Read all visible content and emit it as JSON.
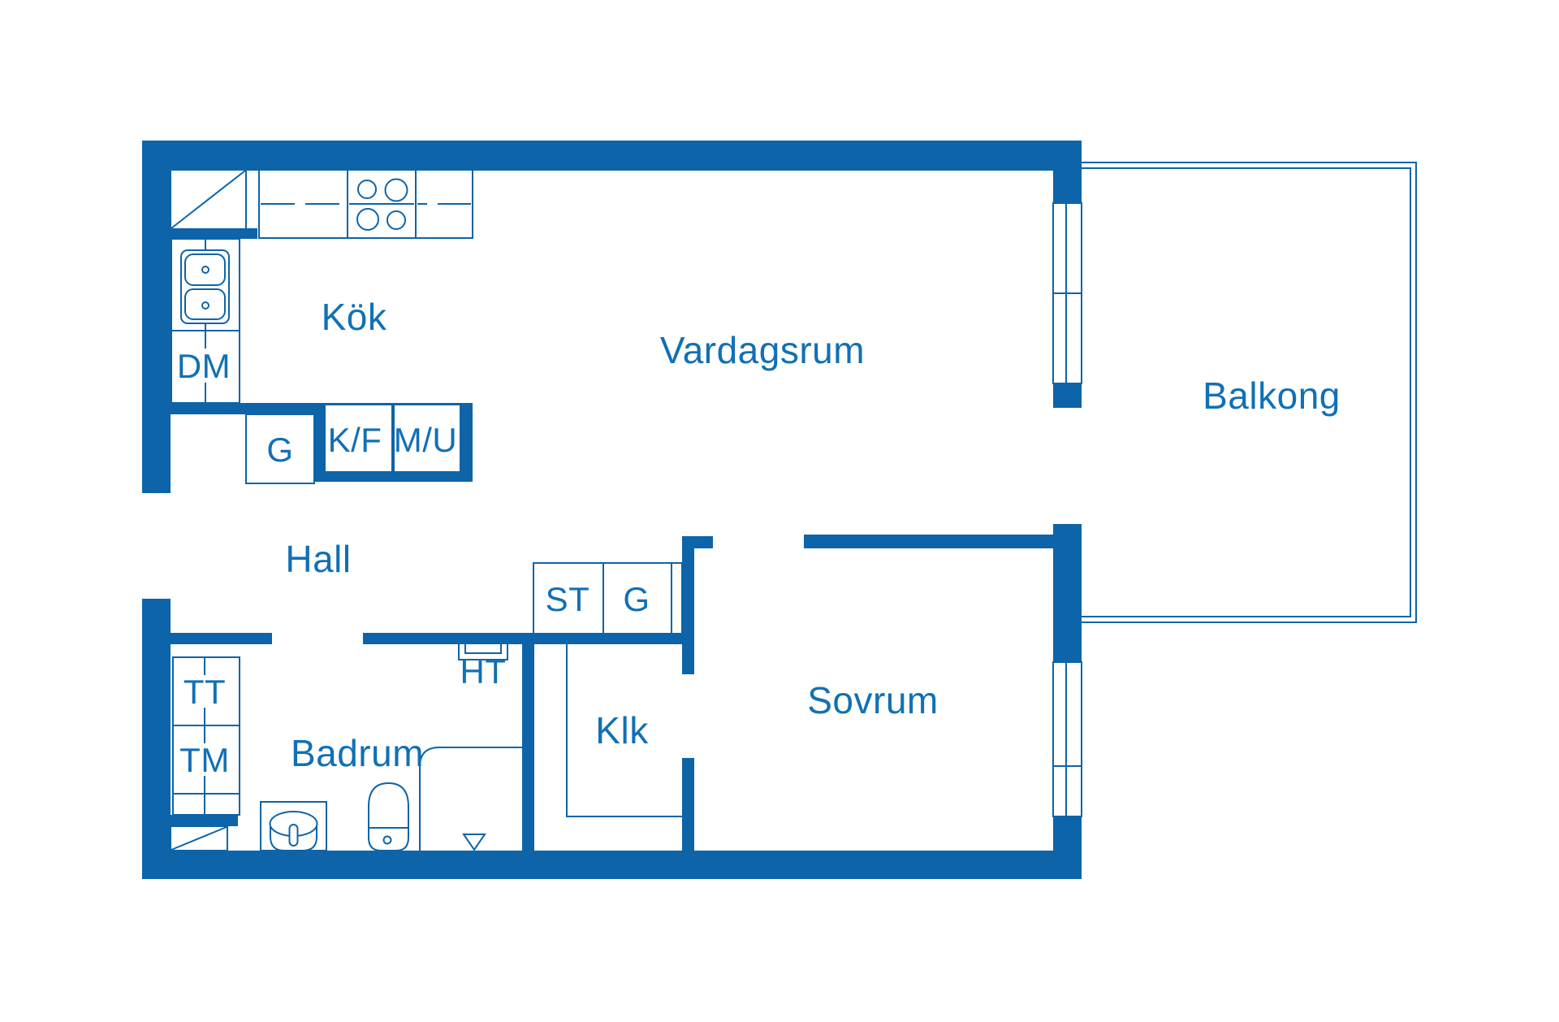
{
  "colors": {
    "plan_blue": "#0d64a8",
    "text_blue": "#1170b5",
    "background": "#ffffff"
  },
  "floorplan": {
    "rooms": {
      "kitchen": "Kök",
      "living_room": "Vardagsrum",
      "balcony": "Balkong",
      "hall": "Hall",
      "bathroom": "Badrum",
      "walk_in_closet": "Klk",
      "bedroom": "Sovrum"
    },
    "fixtures": {
      "dishwasher": "DM",
      "kitchen_wardrobe": "G",
      "fridge_freezer": "K/F",
      "microwave_oven": "M/U",
      "tumble_dryer": "TT",
      "washing_machine": "TM",
      "cleaning_closet": "ST",
      "wardrobe": "G",
      "towel_dryer": "HT"
    }
  }
}
